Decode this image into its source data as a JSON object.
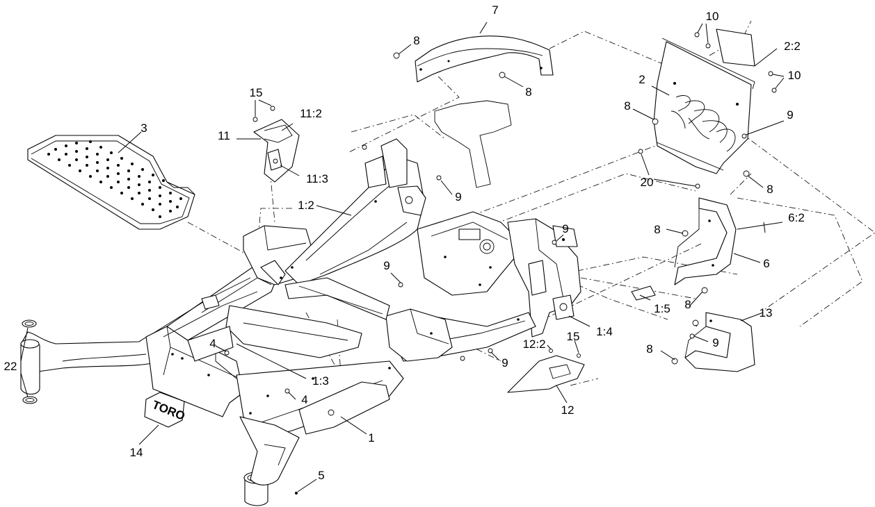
{
  "callouts": [
    {
      "text": "7"
    },
    {
      "text": "8"
    },
    {
      "text": "8"
    },
    {
      "text": "10"
    },
    {
      "text": "2:2"
    },
    {
      "text": "10"
    },
    {
      "text": "2"
    },
    {
      "text": "8"
    },
    {
      "text": "9"
    },
    {
      "text": "15"
    },
    {
      "text": "11:2"
    },
    {
      "text": "11"
    },
    {
      "text": "3"
    },
    {
      "text": "11:3"
    },
    {
      "text": "9"
    },
    {
      "text": "20"
    },
    {
      "text": "8"
    },
    {
      "text": "1:2"
    },
    {
      "text": "6:2"
    },
    {
      "text": "8"
    },
    {
      "text": "9"
    },
    {
      "text": "6"
    },
    {
      "text": "9"
    },
    {
      "text": "1:5"
    },
    {
      "text": "8"
    },
    {
      "text": "13"
    },
    {
      "text": "1:4"
    },
    {
      "text": "12:2"
    },
    {
      "text": "15"
    },
    {
      "text": "9"
    },
    {
      "text": "8"
    },
    {
      "text": "4"
    },
    {
      "text": "9"
    },
    {
      "text": "1:3"
    },
    {
      "text": "22"
    },
    {
      "text": "4"
    },
    {
      "text": "12"
    },
    {
      "text": "1"
    },
    {
      "text": "14"
    },
    {
      "text": "5"
    }
  ],
  "decal": {
    "logo_text": "TORO"
  }
}
